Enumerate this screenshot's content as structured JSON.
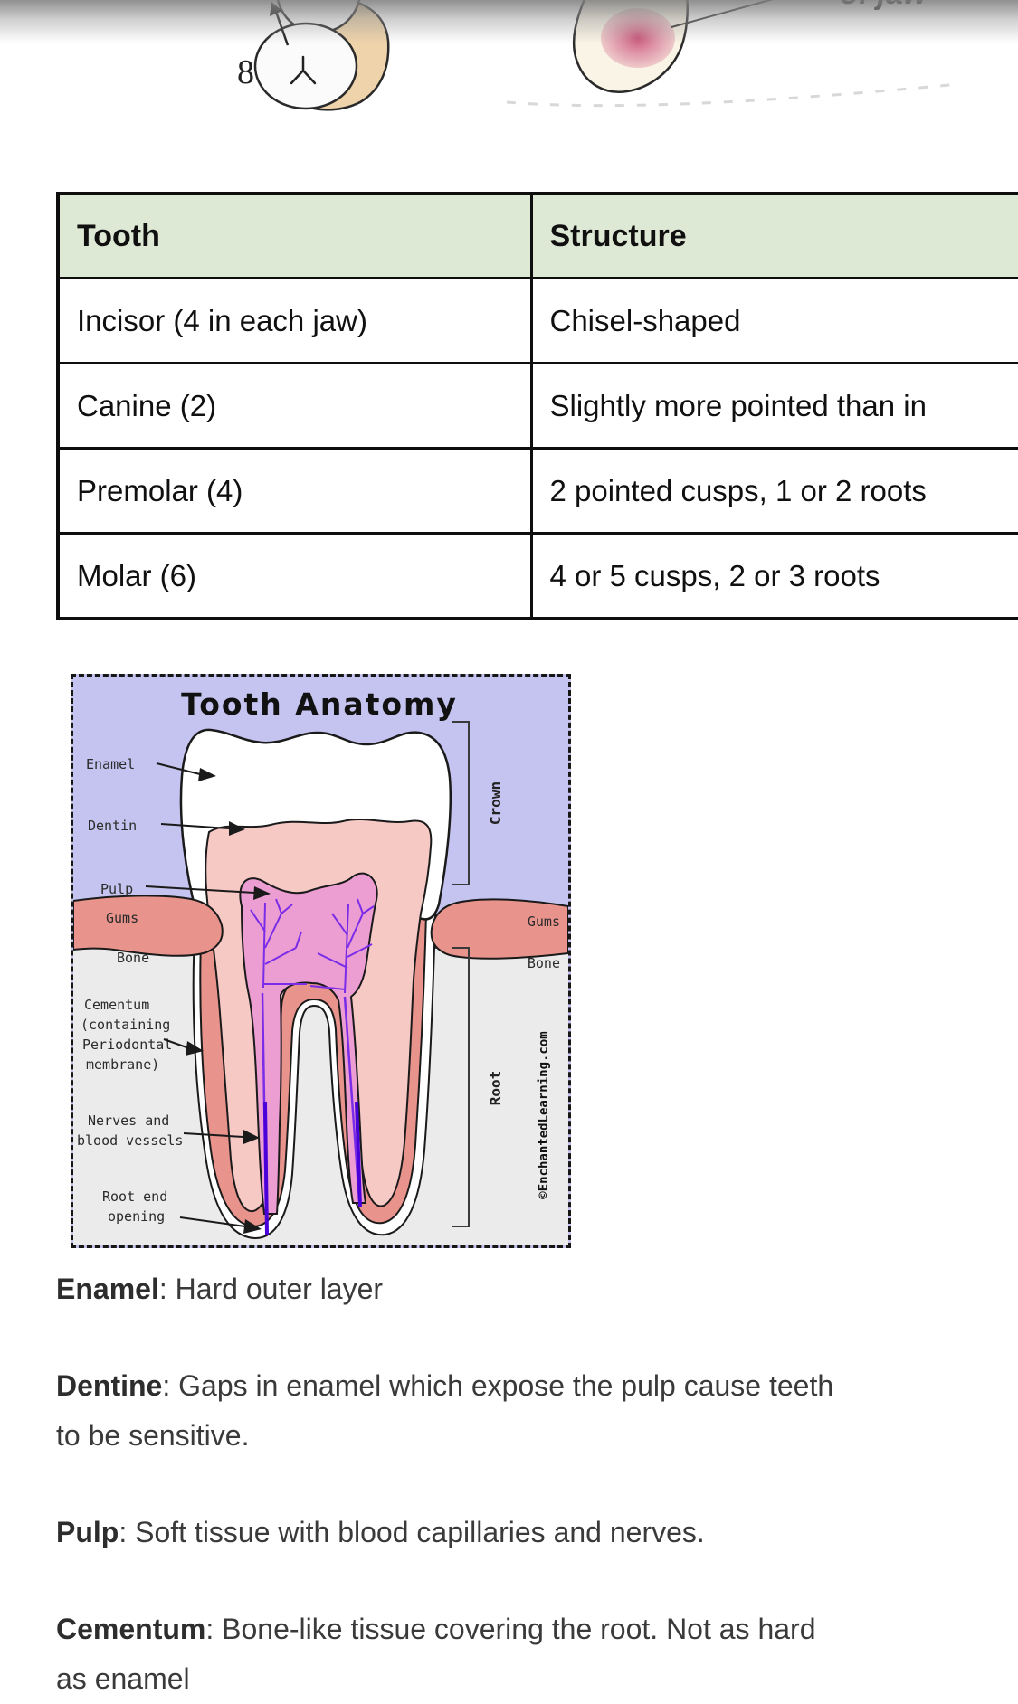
{
  "top_figure": {
    "tooth_number": "8",
    "caption_fragment": "of jaw"
  },
  "table": {
    "col_tooth": "Tooth",
    "col_structure": "Structure",
    "rows": [
      {
        "tooth": "Incisor (4 in each jaw)",
        "structure": "Chisel-shaped"
      },
      {
        "tooth": "Canine (2)",
        "structure": "Slightly more pointed than in"
      },
      {
        "tooth": "Premolar (4)",
        "structure": "2 pointed cusps, 1 or 2 roots"
      },
      {
        "tooth": "Molar (6)",
        "structure": "4 or 5 cusps, 2 or 3 roots"
      }
    ]
  },
  "diagram": {
    "title": "Tooth Anatomy",
    "left_labels": {
      "enamel": "Enamel",
      "dentin": "Dentin",
      "pulp": "Pulp",
      "gums": "Gums",
      "bone": "Bone",
      "cementum_line1": "Cementum",
      "cementum_line2": "(containing",
      "cementum_line3": "Periodontal",
      "cementum_line4": "membrane)",
      "nerves_line1": "Nerves and",
      "nerves_line2": "blood vessels",
      "root_end_line1": "Root end",
      "root_end_line2": "opening"
    },
    "right_labels": {
      "crown": "Crown",
      "gums": "Gums",
      "bone": "Bone",
      "root": "Root",
      "credit": "©EnchantedLearning.com"
    }
  },
  "definitions": [
    {
      "term": "Enamel",
      "rest": ": Hard outer layer"
    },
    {
      "term": "Dentine",
      "rest": ": Gaps in enamel which expose the pulp cause teeth to be sensitive."
    },
    {
      "term": "Pulp",
      "rest": ": Soft tissue with blood capillaries and nerves."
    },
    {
      "term": "Cementum",
      "rest": ": Bone-like tissue covering the root. Not as hard as enamel"
    }
  ],
  "colors": {
    "table_header_bg": "#dde9d5",
    "diagram_sky": "#c5c4f0",
    "diagram_gum": "#e8938c",
    "diagram_bone": "#ebebeb",
    "diagram_dentin": "#f6c9c5",
    "diagram_pulp": "#ec9ed3",
    "diagram_vessel": "#7a2ce8",
    "jaw_tan": "#efd4ab"
  }
}
